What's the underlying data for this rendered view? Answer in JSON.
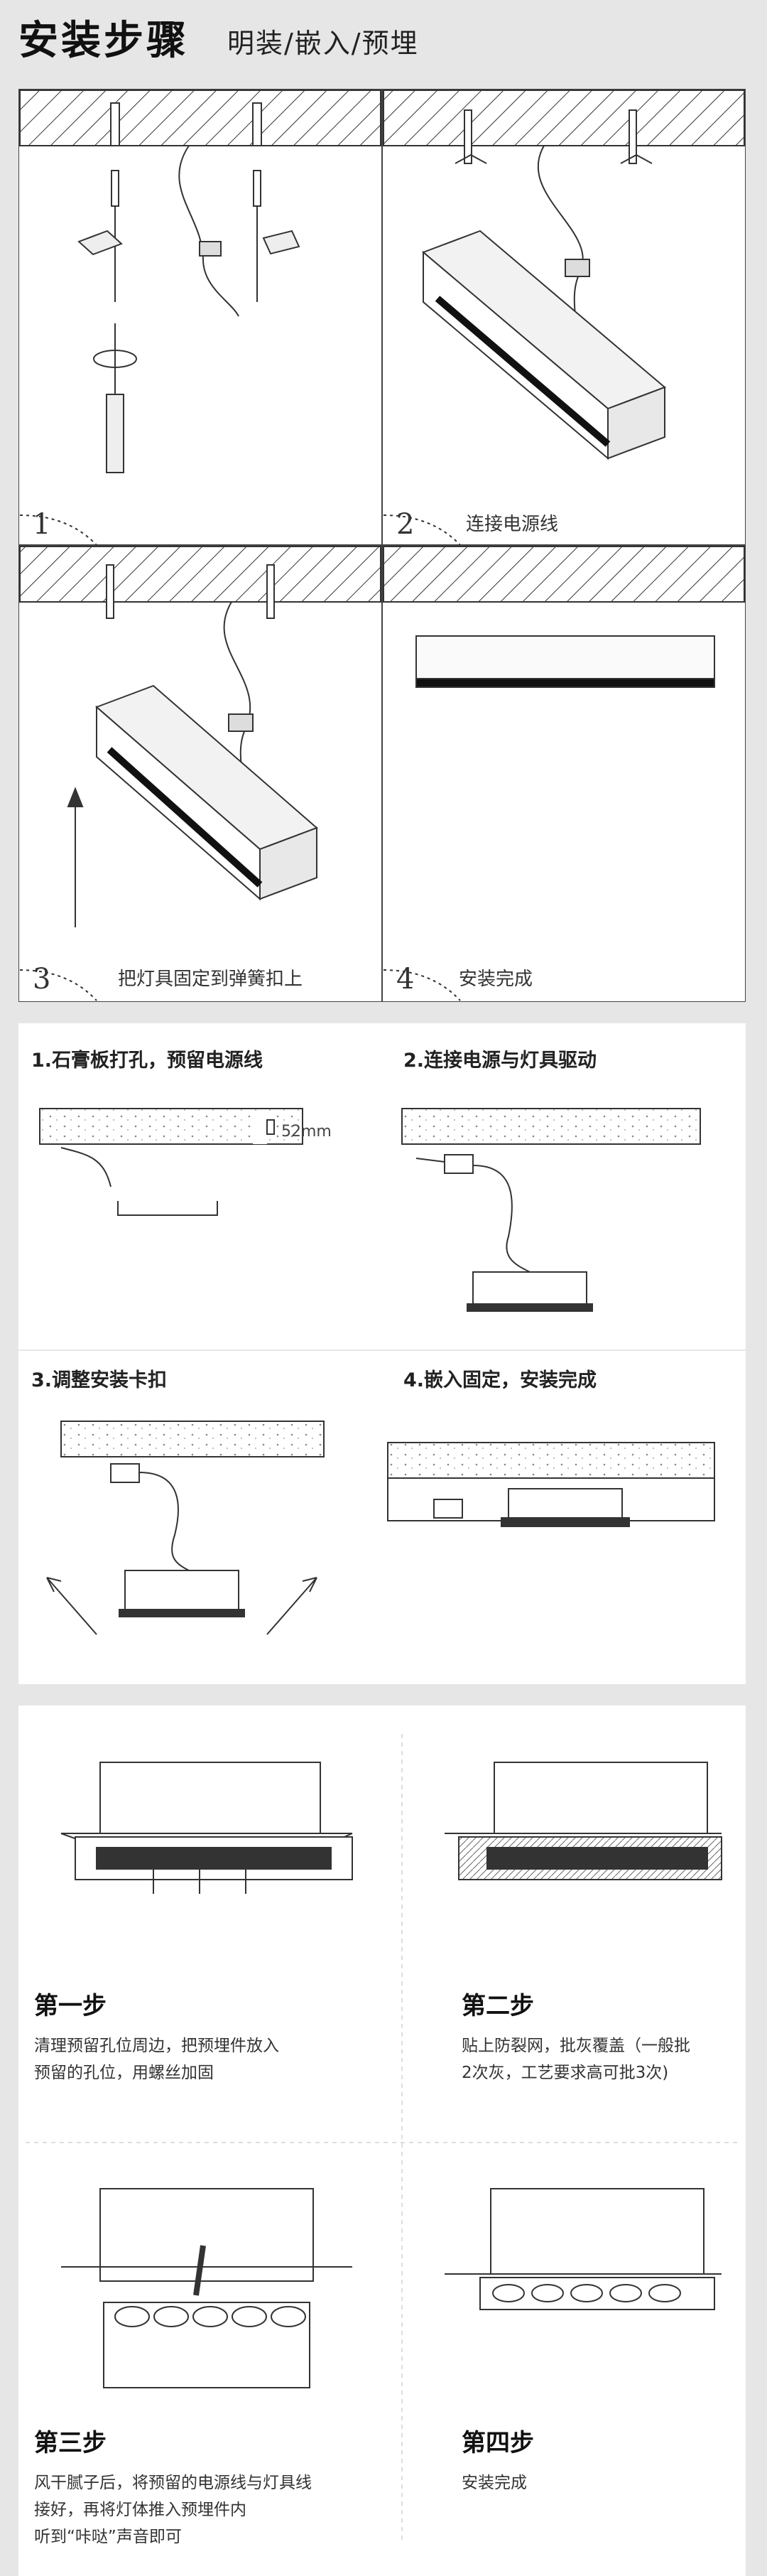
{
  "header": {
    "title": "安装步骤",
    "subtitle": "明装/嵌入/预埋"
  },
  "surface_mount": {
    "steps": [
      {
        "number": "1",
        "caption": ""
      },
      {
        "number": "2",
        "caption": "连接电源线"
      },
      {
        "number": "3",
        "caption": "把灯具固定到弹簧扣上"
      },
      {
        "number": "4",
        "caption": "安装完成"
      }
    ]
  },
  "recessed": {
    "steps": [
      {
        "title": "1.石膏板打孔，预留电源线",
        "note": "52mm"
      },
      {
        "title": "2.连接电源与灯具驱动"
      },
      {
        "title": "3.调整安装卡扣"
      },
      {
        "title": "4.嵌入固定，安装完成"
      }
    ]
  },
  "embedded": {
    "steps": [
      {
        "heading": "第一步",
        "lines": [
          "清理预留孔位周边，把预埋件放入",
          "预留的孔位，用螺丝加固"
        ]
      },
      {
        "heading": "第二步",
        "lines": [
          "贴上防裂网，批灰覆盖（一般批",
          "2次灰，工艺要求高可批3次)"
        ]
      },
      {
        "heading": "第三步",
        "lines": [
          "风干腻子后，将预留的电源线与灯具线",
          "接好，再将灯体推入预埋件内",
          "听到“咔哒”声音即可"
        ]
      },
      {
        "heading": "第四步",
        "lines": [
          "安装完成"
        ]
      }
    ]
  }
}
